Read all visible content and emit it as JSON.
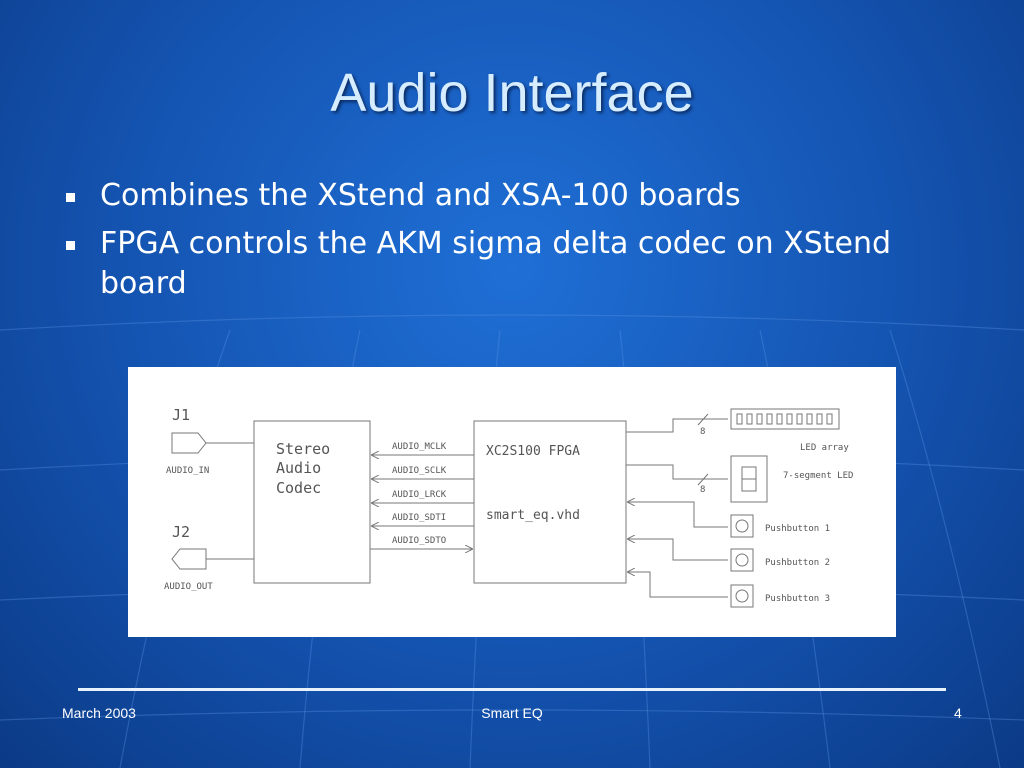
{
  "slide": {
    "title": "Audio Interface",
    "bullets": [
      "Combines the XStend and XSA-100 boards",
      "FPGA controls the AKM sigma delta codec on XStend board"
    ]
  },
  "diagram": {
    "j1_label": "J1",
    "audio_in": "AUDIO_IN",
    "j2_label": "J2",
    "audio_out": "AUDIO_OUT",
    "codec_lines": [
      "Stereo",
      "Audio",
      "Codec"
    ],
    "signals": [
      "AUDIO_MCLK",
      "AUDIO_SCLK",
      "AUDIO_LRCK",
      "AUDIO_SDTI",
      "AUDIO_SDTO"
    ],
    "fpga_title": "XC2S100 FPGA",
    "fpga_file": "smart_eq.vhd",
    "bus_width_1": "8",
    "bus_width_2": "8",
    "led_array": "LED array",
    "seven_segment": "7-segment LED",
    "pushbuttons": [
      "Pushbutton 1",
      "Pushbutton 2",
      "Pushbutton 3"
    ]
  },
  "footer": {
    "date": "March 2003",
    "title": "Smart EQ",
    "page_number": "4"
  },
  "colors": {
    "background": "#1453b0",
    "title": "#d6ecff",
    "text": "#ffffff",
    "diagram_line": "#555555"
  }
}
